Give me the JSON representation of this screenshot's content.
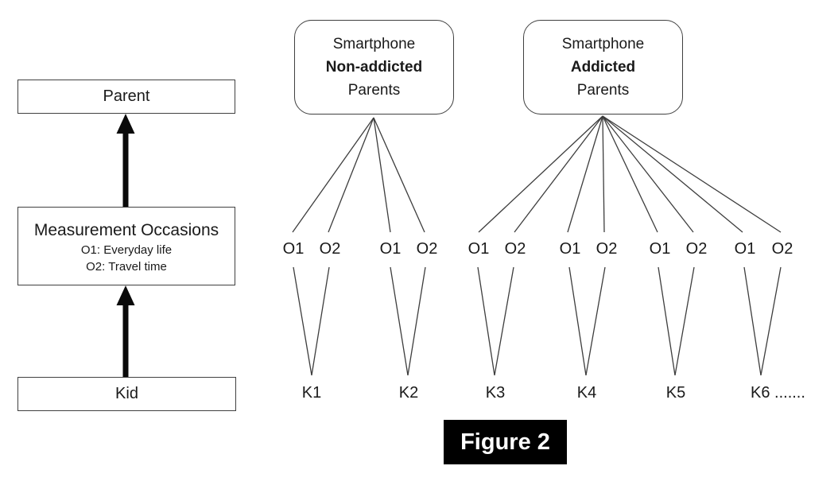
{
  "figure_label": "Figure 2",
  "colors": {
    "line": "#3d3d3d",
    "box_border": "#404040",
    "text": "#1a1a1a",
    "figure_badge_bg": "#000000",
    "figure_badge_text": "#ffffff"
  },
  "left_column": {
    "parent_label": "Parent",
    "measurement_title": "Measurement Occasions",
    "measurement_sub1": "O1: Everyday life",
    "measurement_sub2": "O2: Travel time",
    "kid_label": "Kid"
  },
  "groups": [
    {
      "line1": "Smartphone",
      "line2": "Non-addicted",
      "line3": "Parents"
    },
    {
      "line1": "Smartphone",
      "line2": "Addicted",
      "line3": "Parents"
    }
  ],
  "occasion_pairs": [
    {
      "o1": "O1",
      "o2": "O2"
    },
    {
      "o1": "O1",
      "o2": "O2"
    },
    {
      "o1": "O1",
      "o2": "O2"
    },
    {
      "o1": "O1",
      "o2": "O2"
    },
    {
      "o1": "O1",
      "o2": "O2"
    },
    {
      "o1": "O1",
      "o2": "O2"
    }
  ],
  "kids": [
    "K1",
    "K2",
    "K3",
    "K4",
    "K5",
    "K6 ......."
  ]
}
